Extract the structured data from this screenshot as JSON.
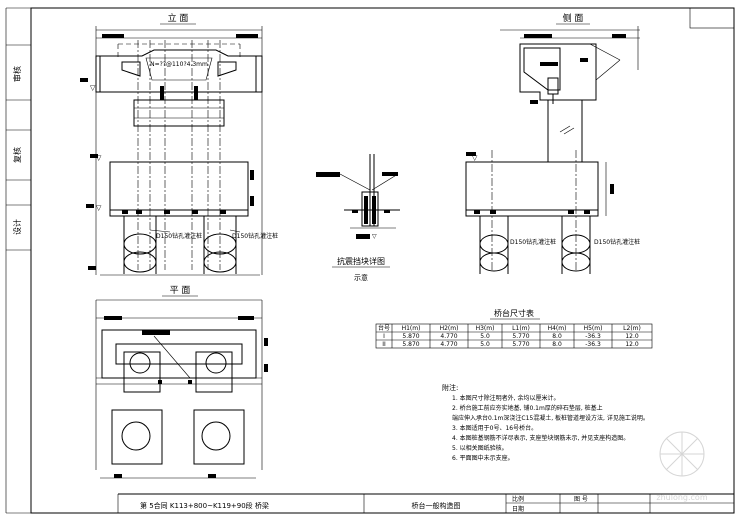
{
  "views": {
    "elevation_title": "立 面",
    "side_title": "侧 面",
    "plan_title": "平 面",
    "detail_title": "抗震挡块详图",
    "detail_subtitle": "示意"
  },
  "annotations": {
    "pile_left": "D150钻孔灌注桩",
    "pile_right": "D150钻孔灌注桩",
    "side_pile_left": "D150钻孔灌注桩",
    "side_pile_right": "D150钻孔灌注桩",
    "beam_label": "N=??@110?4.3mm"
  },
  "table": {
    "title": "桥台尺寸表",
    "headers": [
      "台号",
      "H1(m)",
      "H2(m)",
      "H3(m)",
      "L1(m)",
      "H4(m)",
      "H5(m)",
      "L2(m)"
    ],
    "rows": [
      [
        "I",
        "5.870",
        "4.770",
        "5.0",
        "5.770",
        "8.0",
        "-36.3",
        "12.0"
      ],
      [
        "II",
        "5.870",
        "4.770",
        "5.0",
        "5.770",
        "8.0",
        "-36.3",
        "12.0"
      ]
    ]
  },
  "notes": {
    "heading": "附注:",
    "items": [
      "1. 本图尺寸除注明者外, 余均以厘米计。",
      "2. 桥台施工前应夯实地基, 铺0.1m厚的碎石垫层, 桩基上",
      "   端应伸入承台0.1m深浇注C15混凝土, 板桩管道埋设方法, 详见施工说明。",
      "3. 本图适用于0号、16号桥台。",
      "4. 本图桩基钢筋不详尽表示, 支座垫块钢筋未示, 并见支座构造图。",
      "5. 以相关图纸验核。",
      "6. 平面图中未示支座。"
    ]
  },
  "side_labels": {
    "top": "审核",
    "middle": "复核",
    "bottom": "设计"
  },
  "title_block": {
    "project": "第 5合同     K113+800~K119+90段    桥梁",
    "drawing": "桥台一般构造图",
    "scale_label": "比例",
    "date_label": "日期",
    "sheet_label": "图 号"
  },
  "watermark": "zhulong.com"
}
